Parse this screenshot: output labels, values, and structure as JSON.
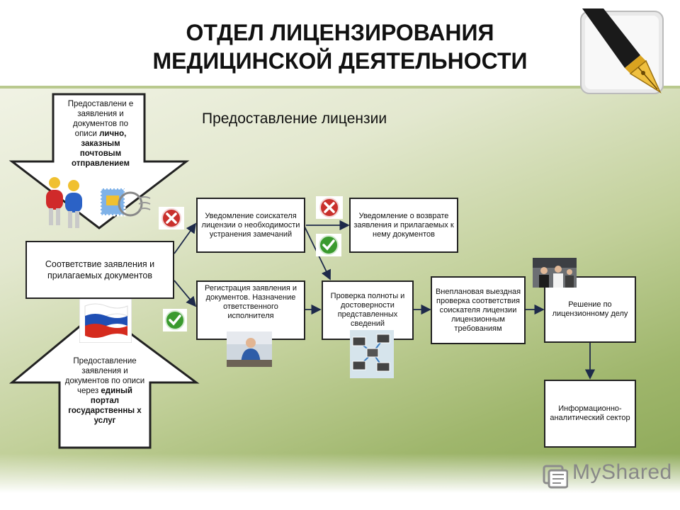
{
  "header": {
    "title_line1": "ОТДЕЛ ЛИЦЕНЗИРОВАНИЯ",
    "title_line2": "МЕДИЦИНСКОЙ ДЕЯТЕЛЬНОСТИ"
  },
  "subtitle": "Предоставление лицензии",
  "arrow_top": {
    "text_plain": "Предоставлени е заявления и документов по описи ",
    "text_bold": "лично, заказным почтовым отправлением"
  },
  "arrow_bottom": {
    "text_plain": "Предоставление заявления и документов по описи через ",
    "text_bold": "единый портал государственны х услуг"
  },
  "boxes": {
    "compliance": "Соответствие заявления и прилагаемых документов",
    "notify_fix": "Уведомление соискателя лицензии о необходимости устранения замечаний",
    "notify_return": "Уведомление о возврате заявления и прилагаемых к нему документов",
    "registration": "Регистрация заявления и документов. Назначение ответственного исполнителя",
    "check_completeness": "Проверка полноты и достоверности представленных сведений",
    "onsite_check": "Внеплановая выездная проверка соответствия соискателя лицензии лицензионным требованиям",
    "decision": "Решение по лицензионному делу",
    "info_sector": "Информационно-аналитический сектор"
  },
  "icons": {
    "reject_1": "reject-icon",
    "reject_2": "reject-icon",
    "approve_1": "approve-icon",
    "approve_2": "approve-icon",
    "pen": "fountain-pen-icon",
    "people": "people-icon",
    "mail": "mail-stamp-icon",
    "flag": "russia-flag-icon",
    "network": "computer-network-icon"
  },
  "colors": {
    "reject": "#c9302c",
    "approve": "#3a9a2e",
    "flag_white": "#ffffff",
    "flag_blue": "#1f4fb4",
    "flag_red": "#d52b1e"
  },
  "watermark": "MyShared"
}
